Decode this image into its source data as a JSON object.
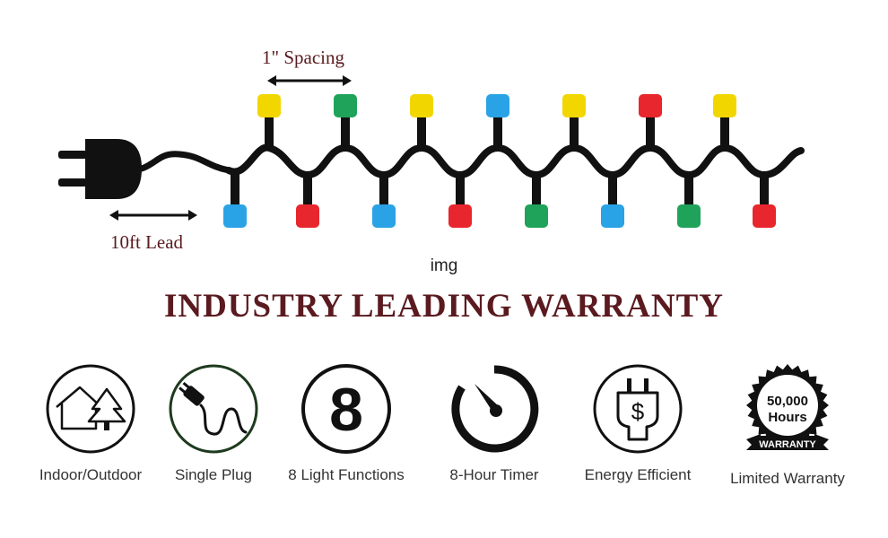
{
  "diagram": {
    "spacing_label": "1\" Spacing",
    "lead_label": "10ft Lead",
    "bulb_colors": {
      "top": [
        "#f2d600",
        "#1fa35a",
        "#f2d600",
        "#2aa3e6",
        "#f2d600",
        "#e8262d",
        "#f2d600"
      ],
      "bottom": [
        "#2aa3e6",
        "#e8262d",
        "#2aa3e6",
        "#e8262d",
        "#1fa35a",
        "#2aa3e6",
        "#1fa35a",
        "#e8262d"
      ]
    }
  },
  "image_caption": "img",
  "headline": "INDUSTRY LEADING WARRANTY",
  "features": [
    {
      "label": "Indoor/Outdoor",
      "icon": "house-tree-icon"
    },
    {
      "label": "Single Plug",
      "icon": "plug-icon"
    },
    {
      "label": "8 Light Functions",
      "icon": "number-8-icon",
      "glyph": "8"
    },
    {
      "label": "8-Hour Timer",
      "icon": "timer-icon"
    },
    {
      "label": "Energy Efficient",
      "icon": "energy-plug-dollar-icon",
      "glyph": "$"
    },
    {
      "label": "Limited Warranty",
      "icon": "warranty-badge-icon",
      "badge_line1": "50,000",
      "badge_line2": "Hours",
      "ribbon": "WARRANTY"
    }
  ]
}
